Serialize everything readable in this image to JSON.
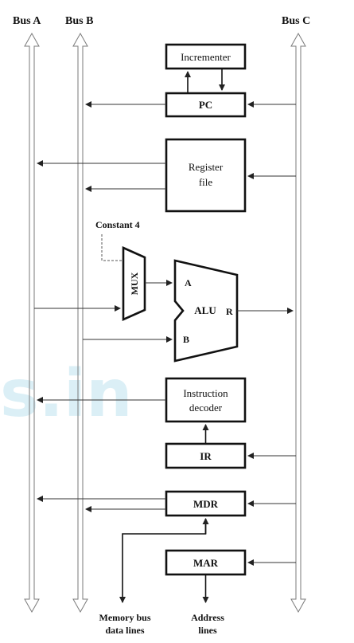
{
  "buses": {
    "a": "Bus A",
    "b": "Bus B",
    "c": "Bus C"
  },
  "blocks": {
    "incrementer": "Incrementer",
    "pc": "PC",
    "register_file_line1": "Register",
    "register_file_line2": "file",
    "constant": "Constant 4",
    "mux": "MUX",
    "alu": "ALU",
    "alu_port_a": "A",
    "alu_port_b": "B",
    "alu_port_r": "R",
    "instruction_decoder_line1": "Instruction",
    "instruction_decoder_line2": "decoder",
    "ir": "IR",
    "mdr": "MDR",
    "mar": "MAR"
  },
  "external": {
    "memory_line1": "Memory bus",
    "memory_line2": "data lines",
    "address_line1": "Address",
    "address_line2": "lines"
  },
  "watermark": "s.in"
}
